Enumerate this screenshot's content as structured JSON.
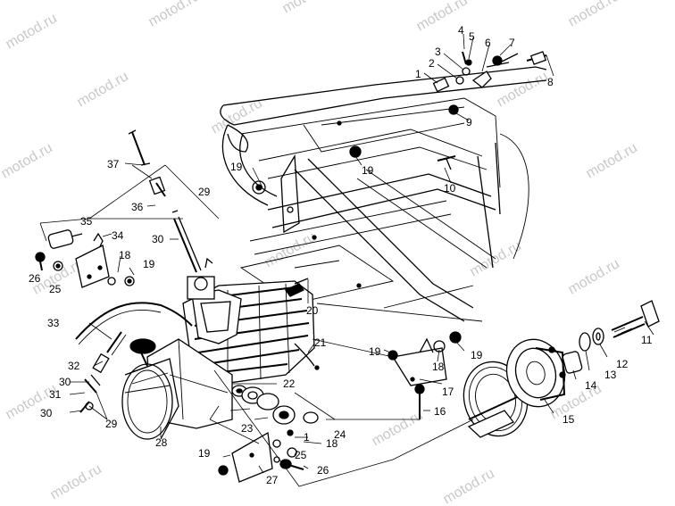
{
  "watermark": "motod.ru",
  "callouts": {
    "c1a": "1",
    "c2": "2",
    "c3": "3",
    "c4": "4",
    "c5": "5",
    "c6": "6",
    "c7": "7",
    "c8": "8",
    "c9": "9",
    "c10": "10",
    "c11": "11",
    "c12": "12",
    "c13": "13",
    "c14": "14",
    "c15": "15",
    "c16": "16",
    "c17": "17",
    "c18a": "18",
    "c18b": "18",
    "c18c": "18",
    "c19a": "19",
    "c19b": "19",
    "c19c": "19",
    "c19d": "19",
    "c19e": "19",
    "c19f": "19",
    "c20": "20",
    "c21": "21",
    "c22": "22",
    "c23": "23",
    "c24": "24",
    "c25a": "25",
    "c25b": "25",
    "c26a": "26",
    "c26b": "26",
    "c27": "27",
    "c28": "28",
    "c29a": "29",
    "c29b": "29",
    "c30a": "30",
    "c30b": "30",
    "c30c": "30",
    "c31": "31",
    "c32": "32",
    "c33": "33",
    "c34": "34",
    "c35": "35",
    "c36": "36",
    "c37": "37",
    "c1b": "1"
  }
}
